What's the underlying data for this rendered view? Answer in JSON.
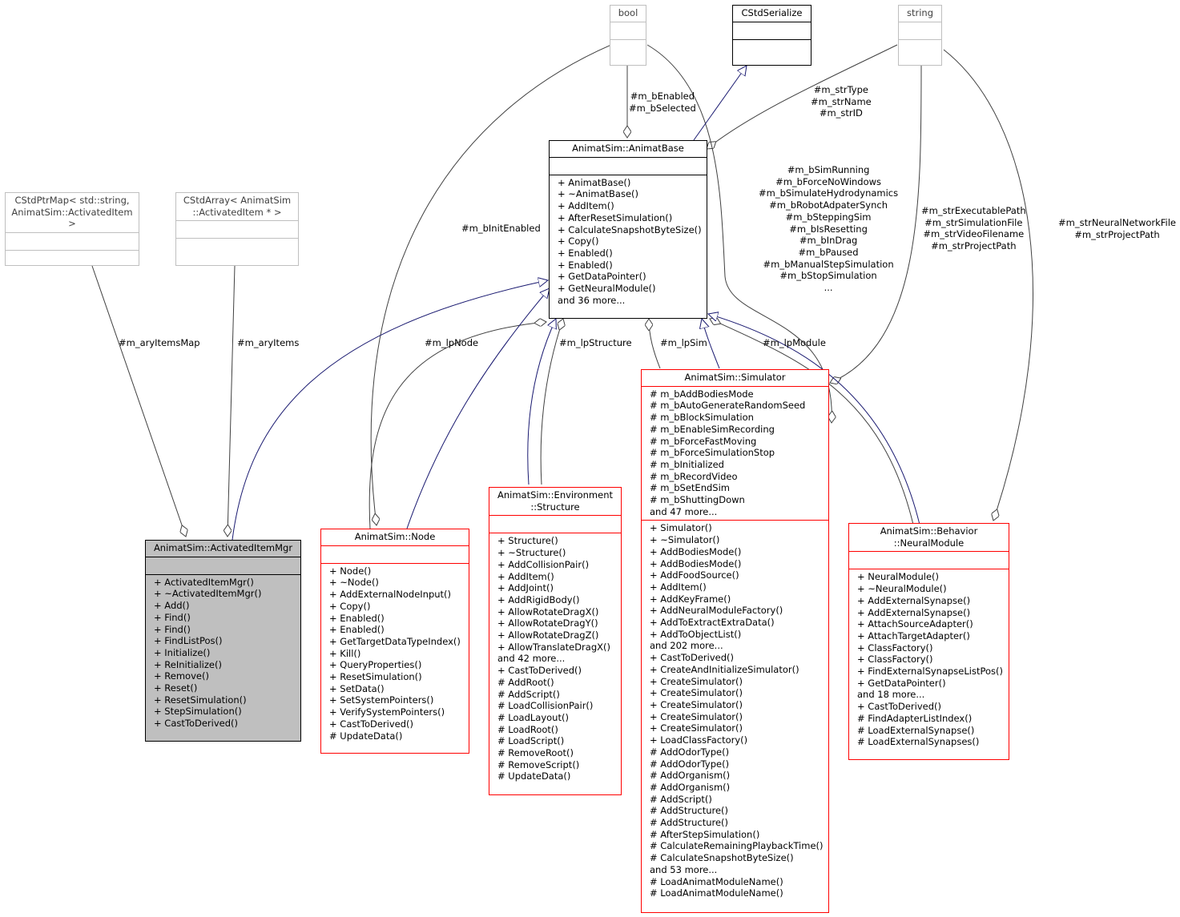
{
  "classes": {
    "bool": {
      "title": [
        "bool"
      ],
      "attrs": [],
      "methods": []
    },
    "cstdserialize": {
      "title": [
        "CStdSerialize"
      ],
      "attrs": [],
      "methods": []
    },
    "string": {
      "title": [
        "string"
      ],
      "attrs": [],
      "methods": []
    },
    "cstdptrmap": {
      "title": [
        "CStdPtrMap< std::string,",
        "AnimatSim::ActivatedItem >"
      ],
      "attrs": [],
      "methods": []
    },
    "cstdarray": {
      "title": [
        "CStdArray< AnimatSim",
        "::ActivatedItem * >"
      ],
      "attrs": [],
      "methods": []
    },
    "animatbase": {
      "title": [
        "AnimatSim::AnimatBase"
      ],
      "attrs": [],
      "methods": [
        "+ AnimatBase()",
        "+ ~AnimatBase()",
        "+ AddItem()",
        "+ AfterResetSimulation()",
        "+ CalculateSnapshotByteSize()",
        "+ Copy()",
        "+ Enabled()",
        "+ Enabled()",
        "+ GetDataPointer()",
        "+ GetNeuralModule()",
        "and 36 more..."
      ]
    },
    "activateditemmgr": {
      "title": [
        "AnimatSim::ActivatedItemMgr"
      ],
      "attrs": [],
      "methods": [
        "+ ActivatedItemMgr()",
        "+ ~ActivatedItemMgr()",
        "+ Add()",
        "+ Find()",
        "+ Find()",
        "+ FindListPos()",
        "+ Initialize()",
        "+ ReInitialize()",
        "+ Remove()",
        "+ Reset()",
        "+ ResetSimulation()",
        "+ StepSimulation()",
        "+ CastToDerived()"
      ]
    },
    "node": {
      "title": [
        "AnimatSim::Node"
      ],
      "attrs": [],
      "methods": [
        "+ Node()",
        "+ ~Node()",
        "+ AddExternalNodeInput()",
        "+ Copy()",
        "+ Enabled()",
        "+ Enabled()",
        "+ GetTargetDataTypeIndex()",
        "+ Kill()",
        "+ QueryProperties()",
        "+ ResetSimulation()",
        "+ SetData()",
        "+ SetSystemPointers()",
        "+ VerifySystemPointers()",
        "+ CastToDerived()",
        "# UpdateData()"
      ]
    },
    "structure": {
      "title": [
        "AnimatSim::Environment",
        "::Structure"
      ],
      "attrs": [],
      "methods": [
        "+ Structure()",
        "+ ~Structure()",
        "+ AddCollisionPair()",
        "+ AddItem()",
        "+ AddJoint()",
        "+ AddRigidBody()",
        "+ AllowRotateDragX()",
        "+ AllowRotateDragY()",
        "+ AllowRotateDragZ()",
        "+ AllowTranslateDragX()",
        "and 42 more...",
        "+ CastToDerived()",
        "# AddRoot()",
        "# AddScript()",
        "# LoadCollisionPair()",
        "# LoadLayout()",
        "# LoadRoot()",
        "# LoadScript()",
        "# RemoveRoot()",
        "# RemoveScript()",
        "# UpdateData()"
      ]
    },
    "simulator": {
      "title": [
        "AnimatSim::Simulator"
      ],
      "attrs": [
        "# m_bAddBodiesMode",
        "# m_bAutoGenerateRandomSeed",
        "# m_bBlockSimulation",
        "# m_bEnableSimRecording",
        "# m_bForceFastMoving",
        "# m_bForceSimulationStop",
        "# m_bInitialized",
        "# m_bRecordVideo",
        "# m_bSetEndSim",
        "# m_bShuttingDown",
        "and 47 more..."
      ],
      "methods": [
        "+ Simulator()",
        "+ ~Simulator()",
        "+ AddBodiesMode()",
        "+ AddBodiesMode()",
        "+ AddFoodSource()",
        "+ AddItem()",
        "+ AddKeyFrame()",
        "+ AddNeuralModuleFactory()",
        "+ AddToExtractExtraData()",
        "+ AddToObjectList()",
        "and 202 more...",
        "+ CastToDerived()",
        "+ CreateAndInitializeSimulator()",
        "+ CreateSimulator()",
        "+ CreateSimulator()",
        "+ CreateSimulator()",
        "+ CreateSimulator()",
        "+ CreateSimulator()",
        "+ LoadClassFactory()",
        "# AddOdorType()",
        "# AddOdorType()",
        "# AddOrganism()",
        "# AddOrganism()",
        "# AddScript()",
        "# AddStructure()",
        "# AddStructure()",
        "# AfterStepSimulation()",
        "# CalculateRemainingPlaybackTime()",
        "# CalculateSnapshotByteSize()",
        "and 53 more...",
        "# LoadAnimatModuleName()",
        "# LoadAnimatModuleName()"
      ]
    },
    "neuralmodule": {
      "title": [
        "AnimatSim::Behavior",
        "::NeuralModule"
      ],
      "attrs": [],
      "methods": [
        "+ NeuralModule()",
        "+ ~NeuralModule()",
        "+ AddExternalSynapse()",
        "+ AddExternalSynapse()",
        "+ AttachSourceAdapter()",
        "+ AttachTargetAdapter()",
        "+ ClassFactory()",
        "+ ClassFactory()",
        "+ FindExternalSynapseListPos()",
        "+ GetDataPointer()",
        "and 18 more...",
        "+ CastToDerived()",
        "# FindAdapterListIndex()",
        "# LoadExternalSynapse()",
        "# LoadExternalSynapses()"
      ]
    }
  },
  "edge_labels": {
    "m_aryItemsMap": [
      "#m_aryItemsMap"
    ],
    "m_aryItems": [
      "#m_aryItems"
    ],
    "m_bEnabled": [
      "#m_bEnabled",
      "#m_bSelected"
    ],
    "m_strType": [
      "#m_strType",
      "#m_strName",
      "#m_strID"
    ],
    "m_bInitEnabled": [
      "#m_bInitEnabled"
    ],
    "sim_bools": [
      "#m_bSimRunning",
      "#m_bForceNoWindows",
      "#m_bSimulateHydrodynamics",
      "#m_bRobotAdpaterSynch",
      "#m_bSteppingSim",
      "#m_bIsResetting",
      "#m_bInDrag",
      "#m_bPaused",
      "#m_bManualStepSimulation",
      "#m_bStopSimulation",
      "..."
    ],
    "sim_strings": [
      "#m_strExecutablePath",
      "#m_strSimulationFile",
      "#m_strVideoFilename",
      "#m_strProjectPath"
    ],
    "nm_strings": [
      "#m_strNeuralNetworkFile",
      "#m_strProjectPath"
    ],
    "m_lpNode": [
      "#m_lpNode"
    ],
    "m_lpStructure": [
      "#m_lpStructure"
    ],
    "m_lpSim": [
      "#m_lpSim"
    ],
    "m_lpModule": [
      "#m_lpModule"
    ]
  },
  "colors": {
    "inheritance": "#191970",
    "usage": "#404040",
    "focus_fill": "#bfbfbf",
    "border_red": "#ff0000",
    "border_grey": "#bfbfbf"
  }
}
